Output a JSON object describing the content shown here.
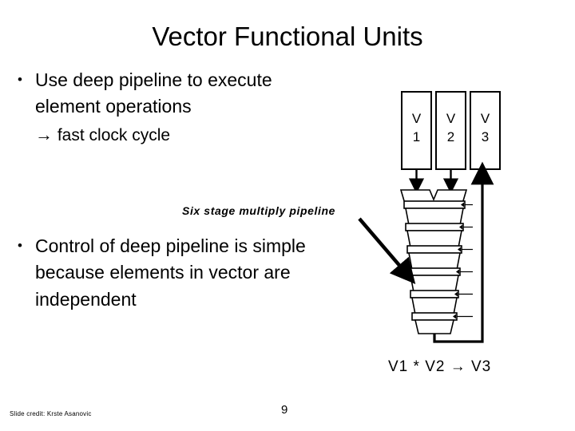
{
  "slide": {
    "title": "Vector Functional Units",
    "page_number": "9",
    "credit": "Slide credit: Krste Asanovic",
    "background_color": "#ffffff",
    "text_color": "#000000"
  },
  "bullets": [
    {
      "marker": "•",
      "text": "Use deep pipeline to execute element operations",
      "sub_arrow": "→",
      "sub_text": "fast clock cycle"
    },
    {
      "marker": "•",
      "text": "Control of deep pipeline is simple because elements in vector are independent"
    }
  ],
  "diagram": {
    "caption": "Six stage multiply pipeline",
    "formula": "V1 * V2 → V3",
    "registers": [
      {
        "name": "V1",
        "line1": "V",
        "line2": "1"
      },
      {
        "name": "V2",
        "line1": "V",
        "line2": "2"
      },
      {
        "name": "V3",
        "line1": "V",
        "line2": "3"
      }
    ],
    "stage_count": 6,
    "stroke_color": "#000000"
  }
}
